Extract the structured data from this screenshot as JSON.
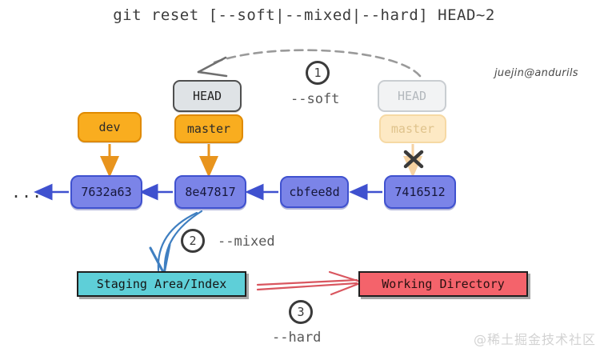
{
  "title": "git reset [--soft|--mixed|--hard] HEAD~2",
  "author_note": "juejin@andurils",
  "watermark": "@稀土掘金技术社区",
  "ellipsis": "...",
  "refs": {
    "head_active": "HEAD",
    "branch_active": "master",
    "branch_dev": "dev",
    "head_faded": "HEAD",
    "branch_faded": "master"
  },
  "commits": [
    {
      "hash": "7632a63"
    },
    {
      "hash": "8e47817"
    },
    {
      "hash": "cbfee8d"
    },
    {
      "hash": "7416512"
    }
  ],
  "areas": {
    "staging": "Staging Area/Index",
    "working": "Working Directory"
  },
  "steps": [
    {
      "number": "1",
      "label": "--soft"
    },
    {
      "number": "2",
      "label": "--mixed"
    },
    {
      "number": "3",
      "label": "--hard"
    }
  ],
  "colors": {
    "commit_fill": "#7b84e8",
    "commit_border": "#3f51cf",
    "branch_fill": "#f9ad1f",
    "branch_border": "#e08a00",
    "head_fill": "#dfe3e6",
    "head_border": "#4f4f4f",
    "branch_faded_fill": "#fde9c4",
    "staging_fill": "#5ecfd8",
    "working_fill": "#f4636b",
    "soft_arrow": "#9a9a9a",
    "mixed_arrow": "#3f7fc1",
    "hard_arrow": "#d9565f"
  }
}
